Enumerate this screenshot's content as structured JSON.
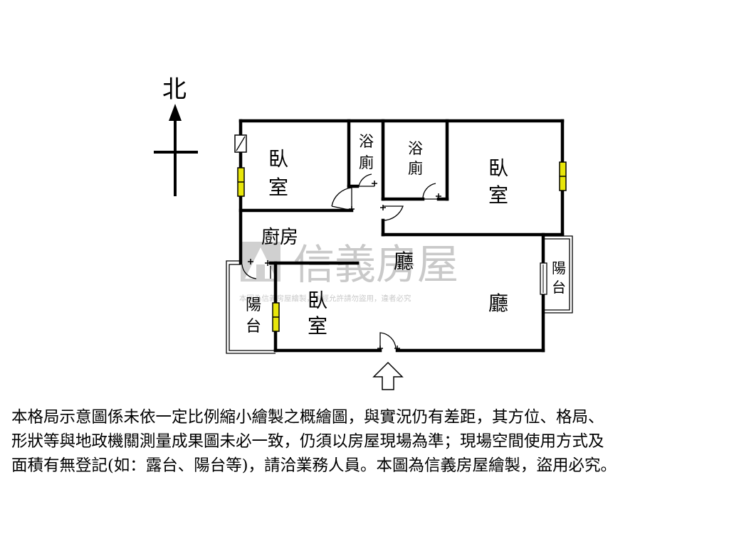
{
  "compass": {
    "north_label": "北"
  },
  "rooms": {
    "bedroom_nw": [
      "臥",
      "室"
    ],
    "bath_left": [
      "浴",
      "廁"
    ],
    "bath_right": [
      "浴",
      "廁"
    ],
    "bedroom_ne": [
      "臥",
      "室"
    ],
    "kitchen": "廚房",
    "hall_center": "廳",
    "balcony_west": [
      "陽",
      "台"
    ],
    "bedroom_sw": [
      "臥",
      "室"
    ],
    "balcony_east": [
      "陽",
      "台"
    ],
    "living_hall": "廳"
  },
  "watermark": {
    "brand": "信義房屋",
    "notice": "本圖為信義房屋繪製，未經允許請勿盜用，違者必究"
  },
  "disclaimer": [
    "本格局示意圖係未依一定比例縮小繪製之概繪圖，與實況仍有差距，其方位、格局、",
    "形狀等與地政機關測量成果圖未必一致，仍須以房屋現場為準；現場空間使用方式及",
    "面積有無登記(如：露台、陽台等)，請洽業務人員。本圖為信義房屋繪製，盜用必究。"
  ],
  "colors": {
    "wall": "#000000",
    "window": "#e8e60a",
    "watermark": "#c9c9c9"
  }
}
